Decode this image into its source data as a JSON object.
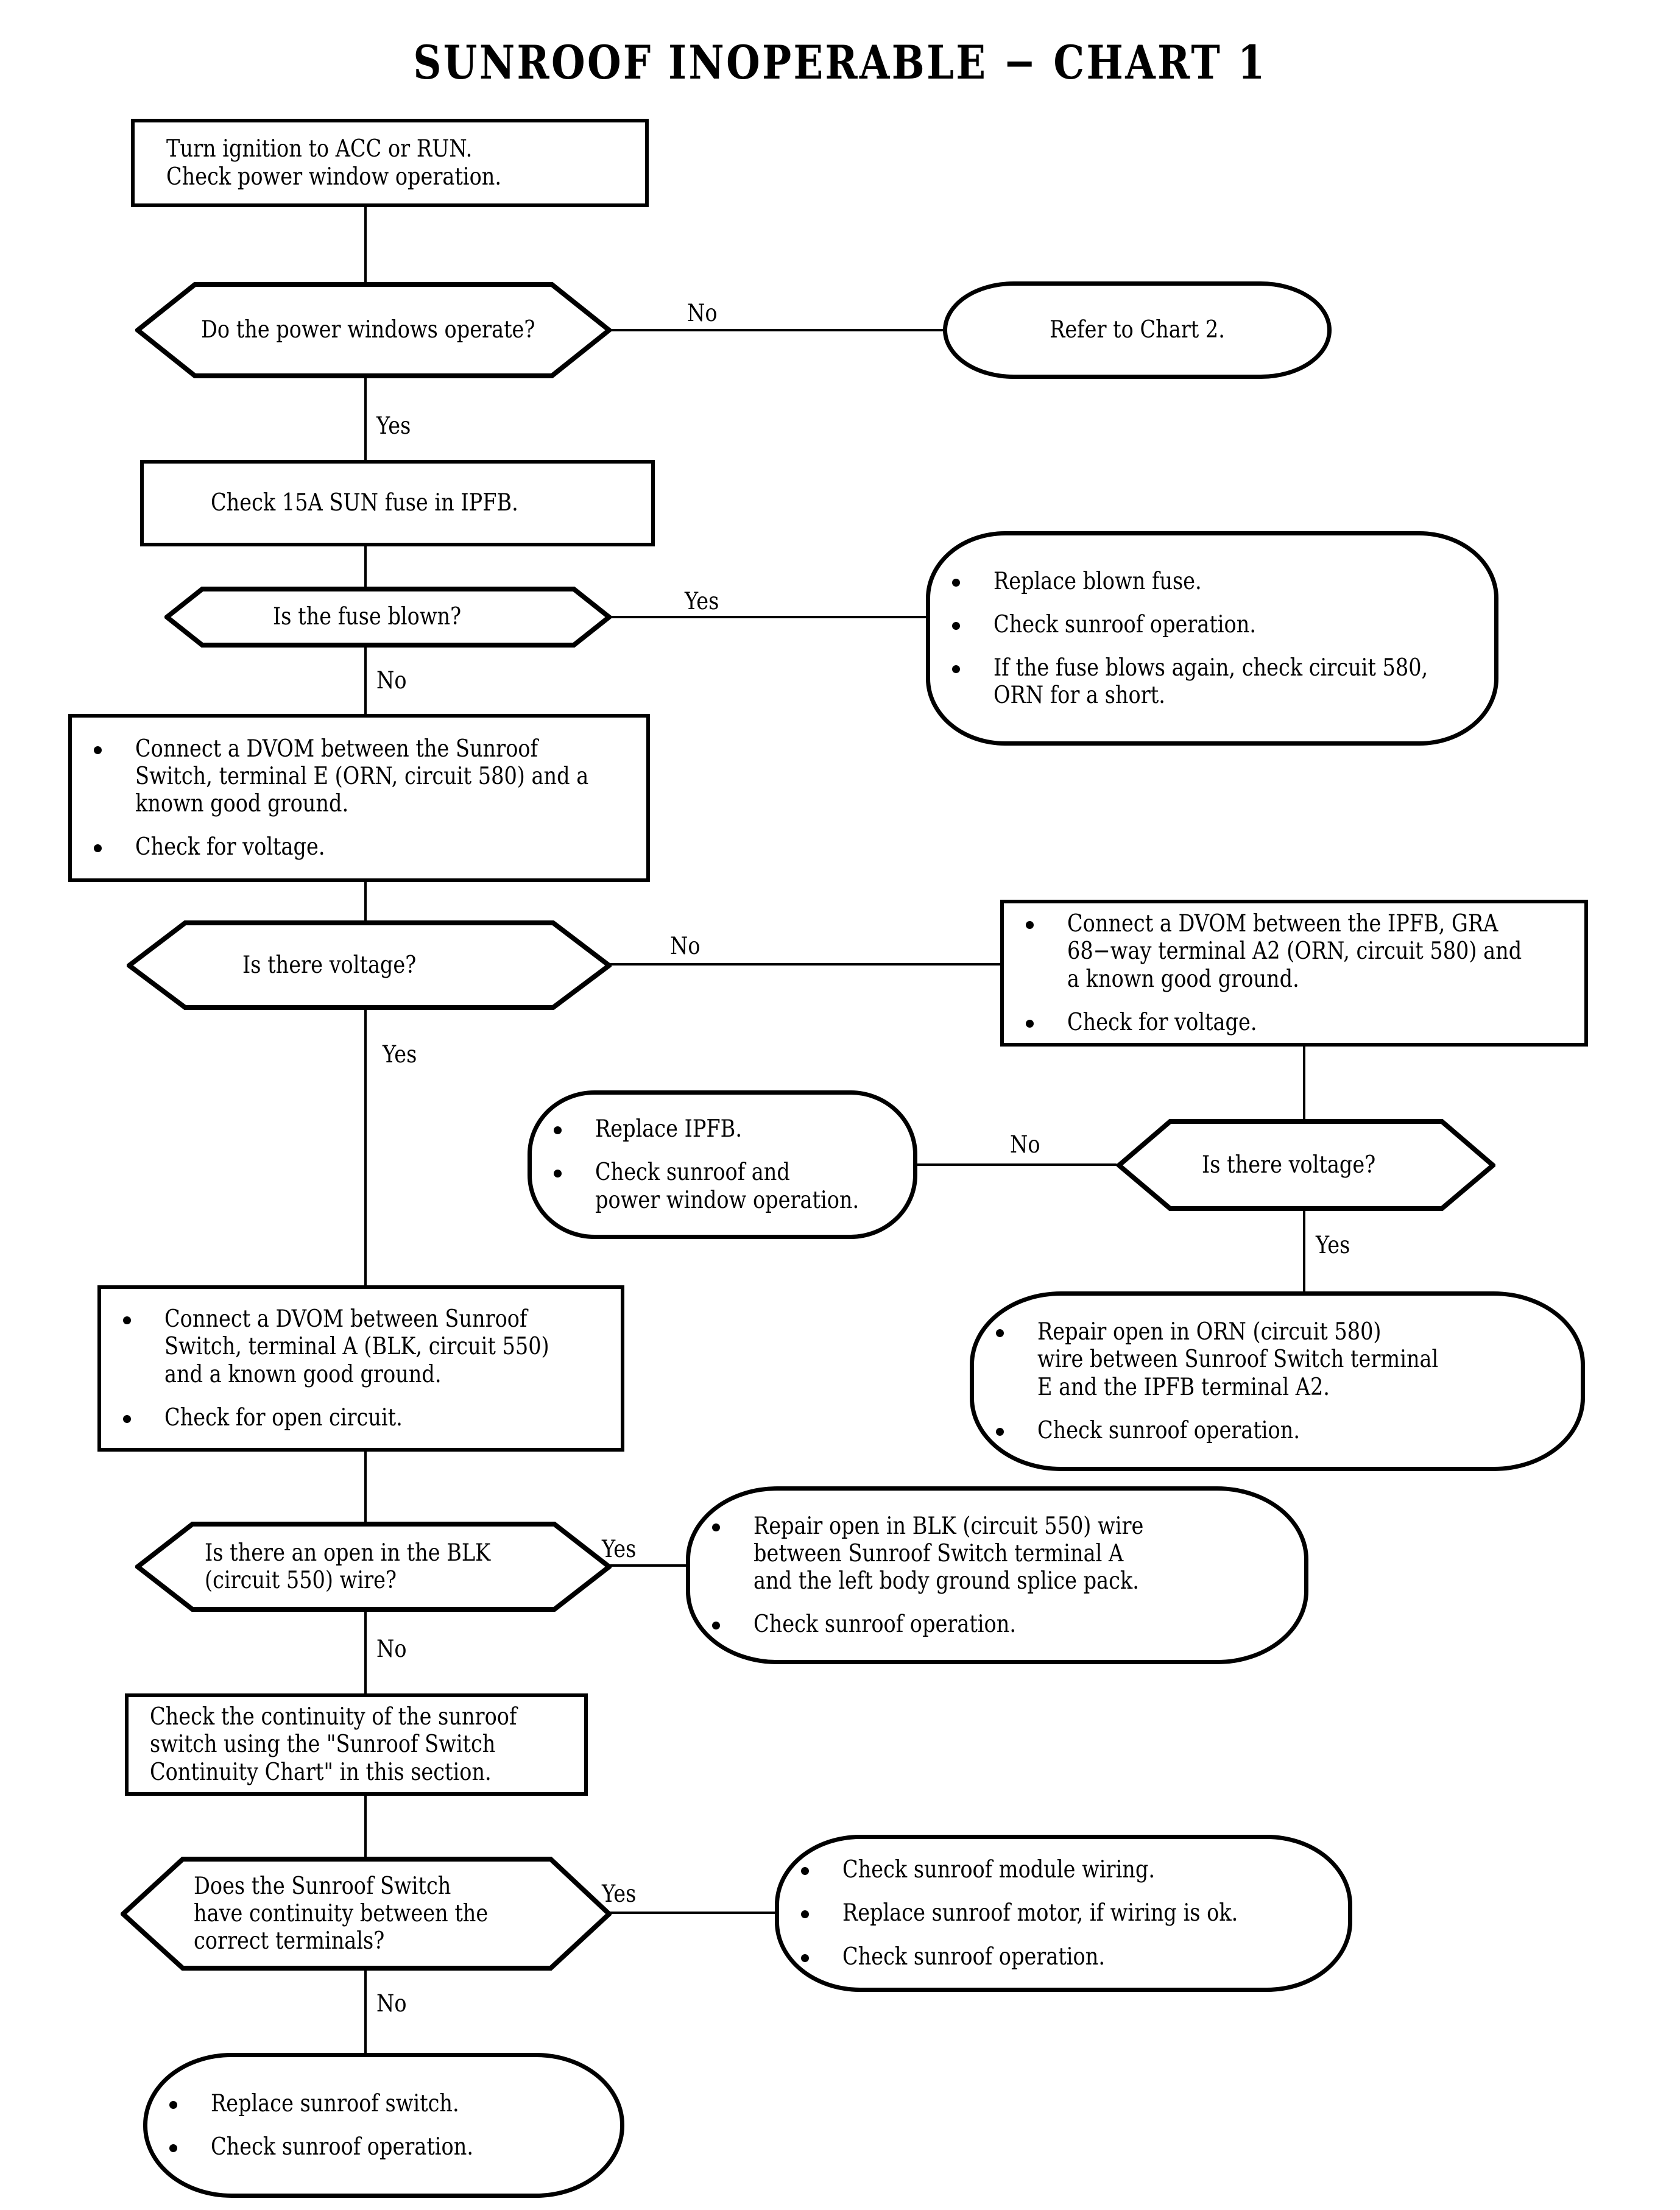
{
  "title": "SUNROOF INOPERABLE − CHART 1",
  "chart_type": "flowchart",
  "nodes": {
    "start_check": {
      "shape": "process",
      "lines": [
        "Turn ignition to ACC or RUN.",
        "Check power window operation."
      ]
    },
    "q_power_windows": {
      "shape": "decision",
      "lines": [
        "Do the power windows operate?"
      ]
    },
    "refer_chart2": {
      "shape": "terminator",
      "lines": [
        "Refer to Chart 2."
      ]
    },
    "check_fuse": {
      "shape": "process",
      "lines": [
        "Check 15A SUN fuse in IPFB."
      ]
    },
    "q_fuse_blown": {
      "shape": "decision",
      "lines": [
        "Is the fuse blown?"
      ]
    },
    "replace_fuse": {
      "shape": "terminator",
      "bullets": [
        [
          "Replace blown fuse."
        ],
        [
          "Check sunroof operation."
        ],
        [
          "If the fuse blows again, check circuit 580,",
          "ORN for a short."
        ]
      ]
    },
    "dvom_switch_e": {
      "shape": "process",
      "bullets": [
        [
          "Connect a DVOM between the Sunroof",
          "Switch, terminal E (ORN, circuit 580) and a",
          "known good ground."
        ],
        [
          "Check for voltage."
        ]
      ]
    },
    "q_voltage_1": {
      "shape": "decision",
      "lines": [
        "Is there voltage?"
      ]
    },
    "dvom_ipfb_a2": {
      "shape": "process",
      "bullets": [
        [
          "Connect a DVOM between the IPFB, GRA",
          "68−way terminal A2 (ORN, circuit 580) and",
          "a known good ground."
        ],
        [
          "Check for voltage."
        ]
      ]
    },
    "q_voltage_2": {
      "shape": "decision",
      "lines": [
        "Is there voltage?"
      ]
    },
    "replace_ipfb": {
      "shape": "terminator",
      "bullets": [
        [
          "Replace IPFB."
        ],
        [
          "Check sunroof and",
          "power window operation."
        ]
      ]
    },
    "repair_orn": {
      "shape": "terminator",
      "bullets": [
        [
          "Repair open in ORN (circuit 580)",
          "wire between Sunroof Switch terminal",
          "E and the IPFB terminal A2."
        ],
        [
          "Check sunroof operation."
        ]
      ]
    },
    "dvom_switch_a": {
      "shape": "process",
      "bullets": [
        [
          "Connect a DVOM between Sunroof",
          "Switch, terminal A (BLK, circuit 550)",
          "and a known good ground."
        ],
        [
          "Check for open circuit."
        ]
      ]
    },
    "q_open_blk": {
      "shape": "decision",
      "lines": [
        "Is there an open in the BLK",
        "(circuit 550) wire?"
      ]
    },
    "repair_blk": {
      "shape": "terminator",
      "bullets": [
        [
          "Repair open in BLK (circuit 550) wire",
          "between Sunroof Switch terminal A",
          "and the left body ground splice pack."
        ],
        [
          "Check sunroof operation."
        ]
      ]
    },
    "check_continuity": {
      "shape": "process",
      "lines": [
        "Check the continuity of the sunroof",
        "switch using the  \"Sunroof Switch",
        "Continuity Chart\" in this section."
      ]
    },
    "q_continuity": {
      "shape": "decision",
      "lines": [
        "Does the Sunroof Switch",
        "have continuity between the",
        "correct terminals?"
      ]
    },
    "check_module": {
      "shape": "terminator",
      "bullets": [
        [
          "Check sunroof module wiring."
        ],
        [
          "Replace sunroof motor, if wiring is ok."
        ],
        [
          "Check sunroof operation."
        ]
      ]
    },
    "replace_switch": {
      "shape": "terminator",
      "bullets": [
        [
          "Replace sunroof switch."
        ],
        [
          "Check sunroof operation."
        ]
      ]
    }
  },
  "edge_labels": {
    "pw_no": "No",
    "pw_yes": "Yes",
    "fuse_yes": "Yes",
    "fuse_no": "No",
    "volt1_no": "No",
    "volt1_yes": "Yes",
    "volt2_no": "No",
    "volt2_yes": "Yes",
    "blk_yes": "Yes",
    "blk_no": "No",
    "cont_yes": "Yes",
    "cont_no": "No"
  },
  "colors": {
    "ink": "#000000",
    "paper": "#ffffff"
  }
}
